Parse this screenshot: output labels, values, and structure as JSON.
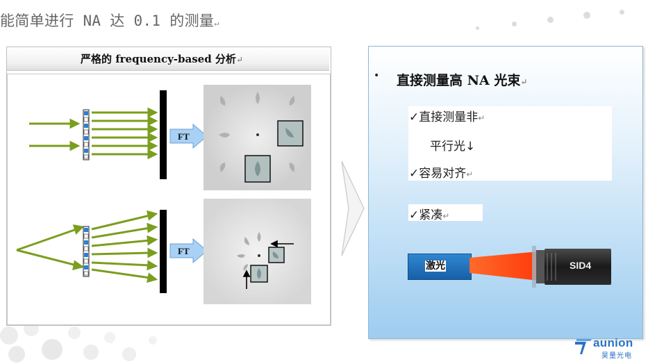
{
  "slide": {
    "title": "能简单进行 NA 达 0.1 的测量",
    "para_mark": "↵"
  },
  "left_panel": {
    "header": "严格的 frequency-based 分析",
    "ft_label_top": "FT",
    "ft_label_bottom": "FT"
  },
  "right_panel": {
    "bullet": "•",
    "heading": "直接测量高 NA 光束",
    "items": [
      {
        "check": "✓",
        "text": "直接测量非"
      },
      {
        "check": "",
        "text": "平行光↓"
      },
      {
        "check": "✓",
        "text": "容易对齐"
      },
      {
        "check": "✓",
        "text": "紧凑"
      }
    ],
    "laser_label": "激光",
    "device_label": "SID4"
  },
  "logo": {
    "name": "aunion",
    "sub": "昊量光电"
  },
  "colors": {
    "ray_green": "#7a9e1e",
    "ft_arrow_blue": "#a9d1f5",
    "panel_blue": "#9ecdf0",
    "brand_blue": "#2a73c4",
    "laser_beam": "#ff5a1e"
  },
  "icons": {
    "chevron": "chevron-right-icon",
    "ft_arrow": "arrow-right-icon",
    "logo": "aunion-logo-icon"
  }
}
